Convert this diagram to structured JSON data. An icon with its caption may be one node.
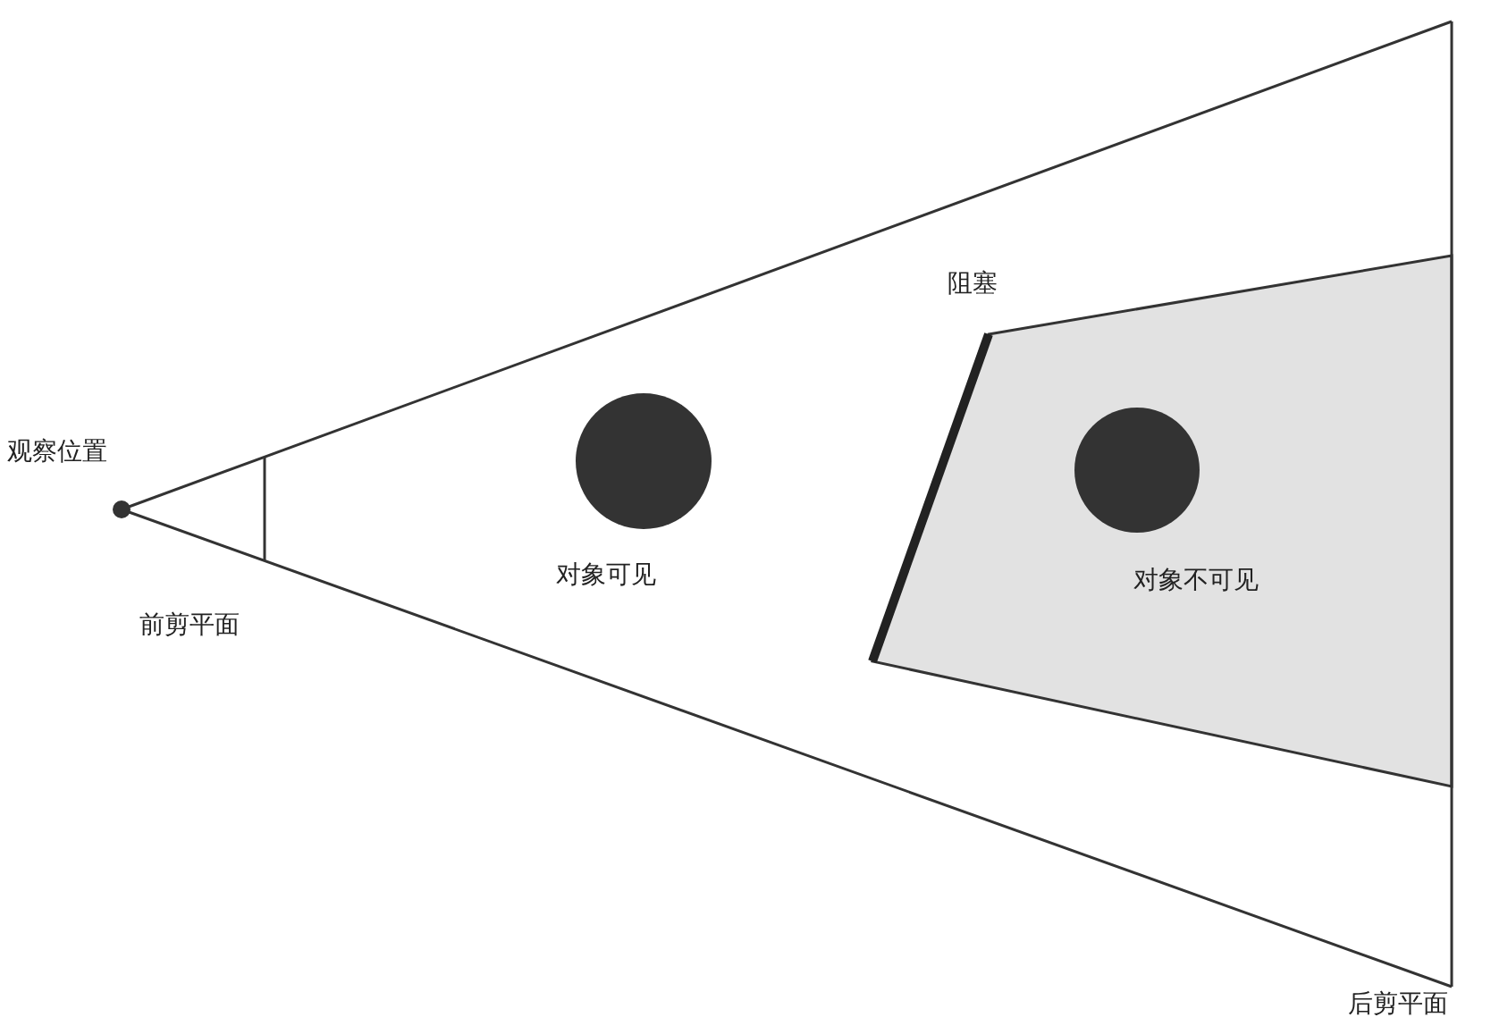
{
  "diagram": {
    "labels": [
      "阻塞",
      "观察位置",
      "对象可见",
      "对象不可见",
      "前剪平面",
      "后剪平面"
    ]
  }
}
